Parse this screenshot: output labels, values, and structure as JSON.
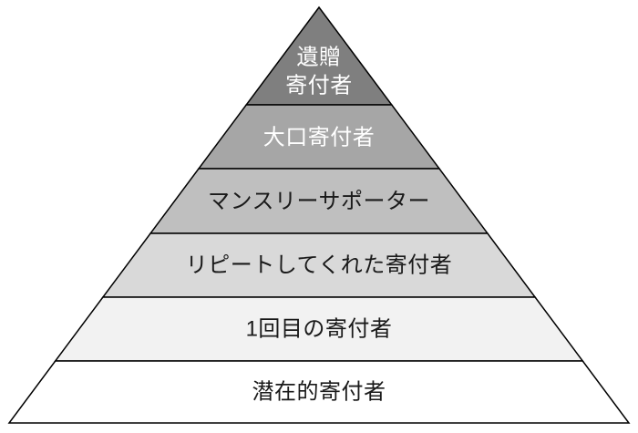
{
  "diagram": {
    "name": "donor-pyramid",
    "background": "#ffffff",
    "stroke_color": "#000000",
    "levels": [
      {
        "label": "遺贈寄付者",
        "lines": [
          "遺贈",
          "寄付者"
        ],
        "fill": "#7f7f7f",
        "text_color": "#ffffff"
      },
      {
        "label": "大口寄付者",
        "fill": "#a6a6a6",
        "text_color": "#ffffff"
      },
      {
        "label": "マンスリーサポーター",
        "fill": "#bfbfbf",
        "text_color": "#1a1a1a"
      },
      {
        "label": "リピートしてくれた寄付者",
        "fill": "#d9d9d9",
        "text_color": "#1a1a1a"
      },
      {
        "label": "1回目の寄付者",
        "fill": "#f2f2f2",
        "text_color": "#1a1a1a"
      },
      {
        "label": "潜在的寄付者",
        "fill": "#ffffff",
        "text_color": "#1a1a1a"
      }
    ]
  }
}
